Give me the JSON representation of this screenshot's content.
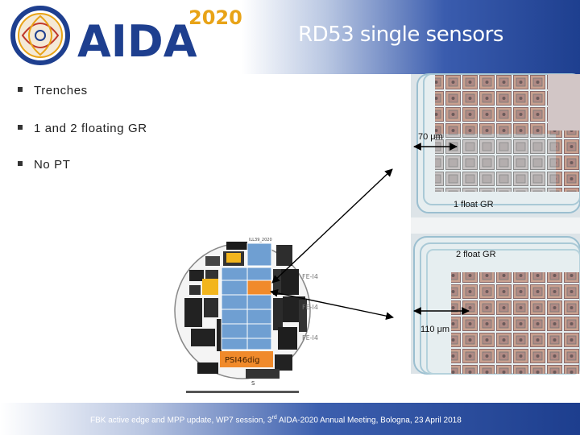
{
  "header": {
    "logo_text": "AIDA",
    "logo_year": "2020",
    "title": "RD53 single sensors",
    "colors": {
      "logo_blue": "#1e3f8f",
      "logo_orange": "#e8a317",
      "band": "#2c4fa0"
    }
  },
  "bullets": [
    {
      "text": "Trenches"
    },
    {
      "text": "1 and 2 floating GR"
    },
    {
      "text": "No PT"
    }
  ],
  "annotations": {
    "pitch_70": "70 μm",
    "float_1": "1 float GR",
    "float_2": "2 float GR",
    "pitch_110": "110 μm"
  },
  "wafer": {
    "top_label": "ILL39_2020",
    "side_labels": [
      "FE-I4",
      "FE-I4",
      "FE-I4"
    ],
    "psi_label": "PSI46dig",
    "bottom_label": "S"
  },
  "footer": {
    "text_before": "FBK active edge and MPP update, WP7 session, 3",
    "text_sup": "rd",
    "text_after": " AIDA-2020 Annual Meeting, Bologna, 23 April 2018"
  }
}
